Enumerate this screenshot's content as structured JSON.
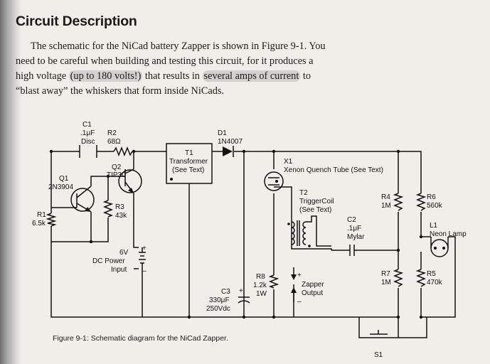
{
  "heading": "Circuit Description",
  "paragraph": {
    "l1": "The schematic for the NiCad battery Zapper is shown in Figure 9-1. You",
    "l2": "need to be careful when building and testing this circuit, for it produces a",
    "l3a": "high voltage ",
    "l3b": "(up to 180 volts!)",
    "l3c": " that results in ",
    "l3d": "several amps of current",
    "l3e": " to",
    "l4": "“blast away” the whiskers that form inside NiCads."
  },
  "schematic": {
    "c1": [
      "C1",
      ".1μF",
      "Disc"
    ],
    "r2": [
      "R2",
      "68Ω"
    ],
    "t1": [
      "T1",
      "Transformer",
      "(See Text)"
    ],
    "d1": [
      "D1",
      "1N4007"
    ],
    "q1": [
      "Q1",
      "2N3904"
    ],
    "q2": [
      "Q2",
      "TIP30"
    ],
    "r1": [
      "R1",
      "6.5k"
    ],
    "r3": [
      "R3",
      "43k"
    ],
    "dc": [
      "6V",
      "DC Power",
      "Input"
    ],
    "x1": [
      "X1",
      "Xenon Quench Tube (See Text)"
    ],
    "t2": [
      "T2",
      "TriggerCoil",
      "(See Text)"
    ],
    "c2": [
      "C2",
      ".1μF",
      "Mylar"
    ],
    "r4": [
      "R4",
      "1M"
    ],
    "r6": [
      "R6",
      "560k"
    ],
    "l1": [
      "L1",
      "Neon Lamp"
    ],
    "r7": [
      "R7",
      "1M"
    ],
    "r5": [
      "R5",
      "470k"
    ],
    "r8": [
      "R8",
      "1.2k",
      "1W"
    ],
    "c3": [
      "C3",
      "330μF",
      "250Vdc"
    ],
    "zapper": [
      "Zapper",
      "Output"
    ],
    "s1": "S1",
    "plus": "+",
    "minus": "–"
  },
  "caption": "Figure 9-1:  Schematic diagram for the NiCad Zapper."
}
